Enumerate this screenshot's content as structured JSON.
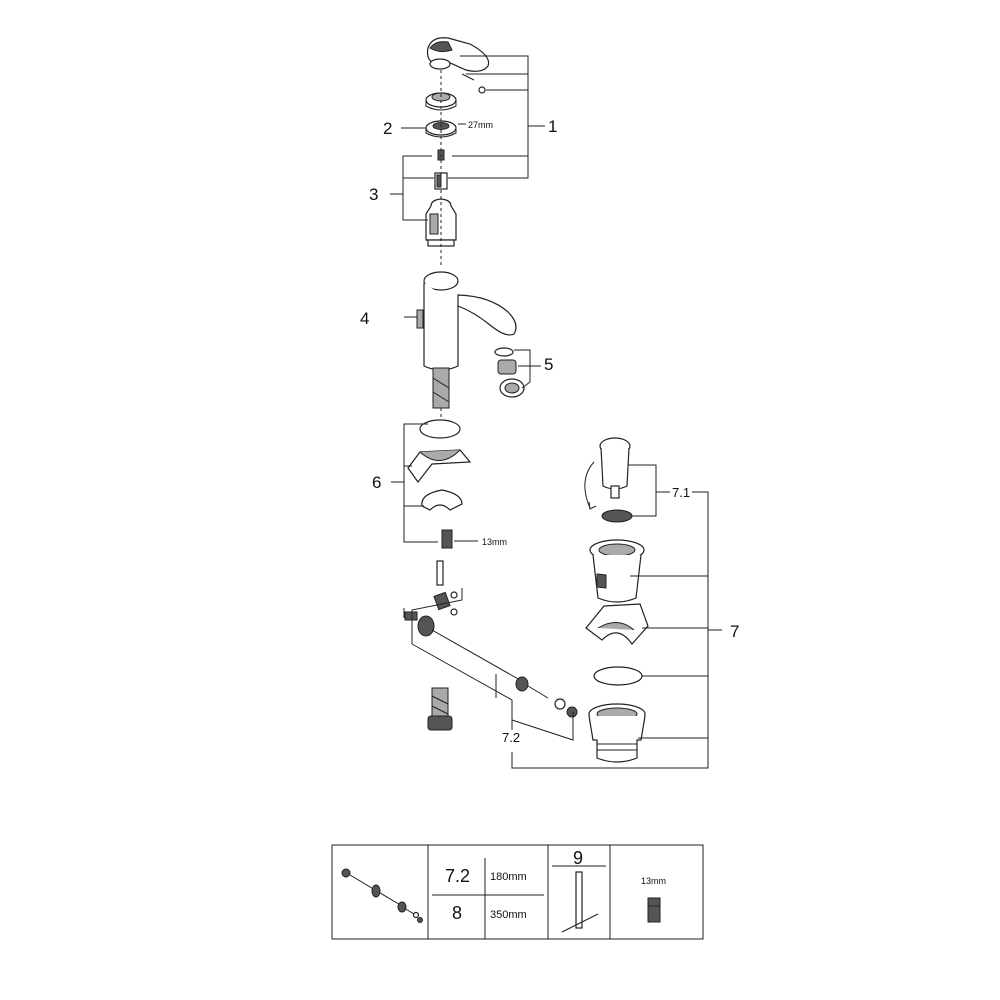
{
  "callouts": {
    "c1": "1",
    "c2": "2",
    "c3": "3",
    "c4": "4",
    "c5": "5",
    "c6": "6",
    "c7": "7",
    "c71": "7.1",
    "c72": "7.2"
  },
  "dimensions": {
    "wrench_27": "27mm",
    "wrench_13": "13mm"
  },
  "table": {
    "cell2_top": "7.2",
    "cell2_top_len": "180mm",
    "cell2_bottom": "8",
    "cell2_bottom_len": "350mm",
    "cell3_header": "9",
    "cell4_label": "13mm"
  }
}
